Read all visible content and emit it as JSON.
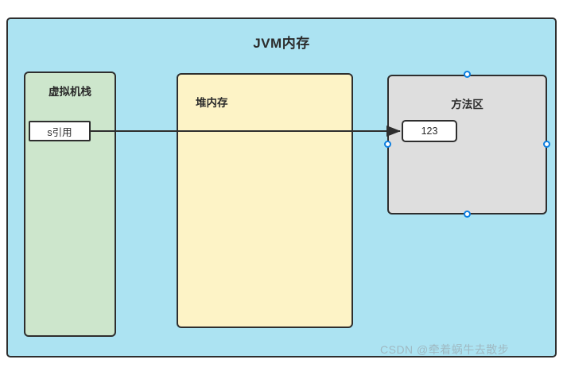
{
  "diagram": {
    "title": "JVM内存",
    "regions": [
      {
        "name": "stack",
        "label": "虚拟机栈",
        "fill": "#cde6cc"
      },
      {
        "name": "heap",
        "label": "堆内存",
        "fill": "#fdf3c6"
      },
      {
        "name": "method_area",
        "label": "方法区",
        "fill": "#dedede"
      }
    ],
    "slots": [
      {
        "name": "stack-reference",
        "label": "s引用",
        "fill": "#ffffff"
      },
      {
        "name": "method-area-value",
        "label": "123",
        "fill": "#ffffff"
      }
    ],
    "connector": {
      "from": "s引用",
      "to": "123",
      "style": "solid-arrow",
      "color": "#2e2e2e"
    },
    "selection": {
      "target": "方法区",
      "handle_color": "#0d7fe0",
      "handles": [
        "top",
        "right",
        "bottom",
        "left"
      ]
    },
    "outer_fill": "#ace3f2",
    "border_color": "#2e2e2e"
  },
  "watermark": {
    "text": "CSDN @牵着蜗牛去散步",
    "color": "#9fb9c2"
  }
}
